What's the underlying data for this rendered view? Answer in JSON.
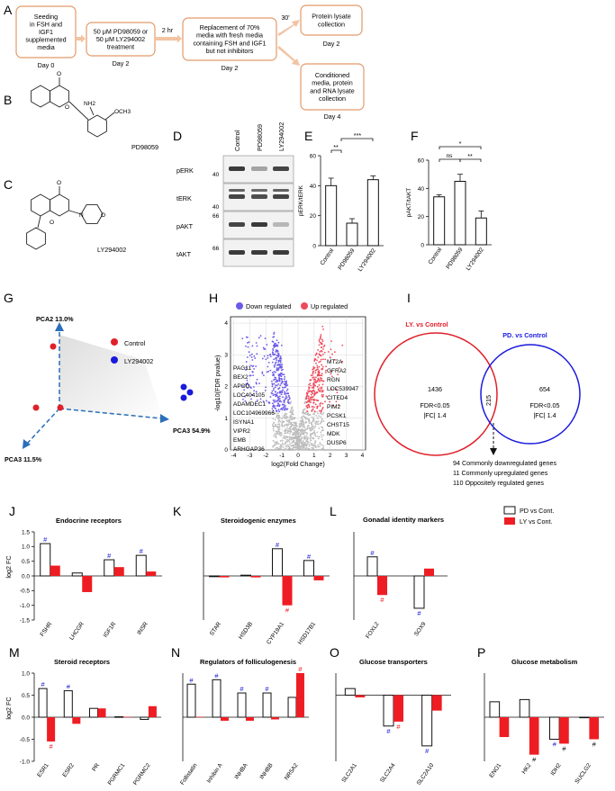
{
  "panels": {
    "A": {
      "letter": "A",
      "boxes": [
        {
          "text": [
            "Seeding",
            "in FSH and",
            "IGF1",
            "supplemented",
            "media"
          ],
          "day": "Day 0"
        },
        {
          "text": [
            "50 μM PD98059 or",
            "50 μM LY294002",
            "treatment"
          ],
          "day": "Day 2"
        },
        {
          "text": [
            "Replacement of 70%",
            "media with fresh media",
            "containing FSH and IGF1",
            "but not inhibitors"
          ],
          "day": "Day 2"
        },
        {
          "text": [
            "Protein lysate",
            "collection"
          ],
          "day": "Day 2"
        },
        {
          "text": [
            "Conditioned",
            "media, protein",
            "and RNA lysate",
            "collection"
          ],
          "day": "Day 4"
        }
      ],
      "arrow_labels": [
        "2 hr",
        "30'"
      ]
    },
    "B": {
      "letter": "B",
      "compound": "PD98059",
      "atoms": [
        "O",
        "O",
        "NH2",
        "OCH3"
      ]
    },
    "C": {
      "letter": "C",
      "compound": "LY294002",
      "atoms": [
        "O",
        "O",
        "N",
        "O"
      ]
    },
    "D": {
      "letter": "D",
      "lanes": [
        "Control",
        "PD98059",
        "LY294002"
      ],
      "rows": [
        "pERK",
        "tERK",
        "pAKT",
        "tAKT"
      ],
      "mw": [
        "40",
        "40",
        "66",
        "66"
      ],
      "intensity": [
        [
          0.9,
          0.35,
          0.85
        ],
        [
          0.85,
          0.8,
          0.85
        ],
        [
          0.85,
          0.9,
          0.25
        ],
        [
          0.9,
          0.9,
          0.9
        ]
      ]
    },
    "E": {
      "letter": "E",
      "sig": [
        "**",
        "***"
      ]
    },
    "F": {
      "letter": "F",
      "sig": [
        "*",
        "ns",
        "**"
      ]
    },
    "G": {
      "letter": "G",
      "axes": [
        "PCA2 13.0%",
        "PCA3 11.5%",
        "PCA3 54.9%"
      ],
      "legend": [
        {
          "label": "Control",
          "color": "#e0202a"
        },
        {
          "label": "LY294002",
          "color": "#1a1adc"
        }
      ]
    },
    "H": {
      "letter": "H",
      "legend": [
        {
          "label": "Down regulated",
          "color": "#6a5ae8"
        },
        {
          "label": "Up regulated",
          "color": "#ee4a5a"
        }
      ],
      "ylabel": "-log10(FDR pvalue)",
      "xlabel": "log2(Fold Change)",
      "xticks": [
        "-4",
        "-3",
        "-2",
        "-1",
        "0",
        "1",
        "2",
        "3",
        "4"
      ],
      "yticks": [
        "0",
        "1",
        "2",
        "3",
        "4"
      ],
      "down_genes": [
        "PAG11",
        "BEX2",
        "APOD",
        "LOC404105",
        "ADAMDEC1",
        "LOC104969966",
        "ISYNA1",
        "VIPR2",
        "EMB",
        "ARHGAP36"
      ],
      "up_genes": [
        "MT2A",
        "GFRA2",
        "RGN",
        "LOC539947",
        "CITED4",
        "PIM2",
        "PCSK1",
        "CHST15",
        "MDK",
        "DUSP6"
      ]
    },
    "I": {
      "letter": "I",
      "left_title": "LY. vs Control",
      "right_title": "PD. vs Control",
      "left_count": "1436",
      "overlap_count": "215",
      "right_count": "654",
      "fdr": "FDR<0.05",
      "fc": "|FC| 1.4",
      "notes": [
        "94 Commonly downregulated genes",
        "11 Commonly upregulated genes",
        "110 Oppositely regulated genes"
      ]
    },
    "legend_JP": {
      "pd": "PD vs Cont.",
      "ly": "LY vs Cont."
    },
    "ylabel_JP": "log2 FC"
  },
  "chart_data": [
    {
      "panel": "E",
      "type": "bar",
      "categories": [
        "Control",
        "PD98059",
        "LY294002"
      ],
      "values": [
        40,
        15,
        44
      ],
      "errors": [
        5,
        3,
        2.5
      ],
      "ylabel": "pERK/tERK",
      "ylim": [
        0,
        60
      ],
      "yticks": [
        0,
        20,
        40,
        60
      ]
    },
    {
      "panel": "F",
      "type": "bar",
      "categories": [
        "Control",
        "PD98059",
        "LY294002"
      ],
      "values": [
        34,
        45,
        19
      ],
      "errors": [
        1.5,
        5,
        5
      ],
      "ylabel": "pAKT/tAKT",
      "ylim": [
        0,
        60
      ],
      "yticks": [
        0,
        20,
        40,
        60
      ]
    },
    {
      "panel": "J",
      "type": "bar",
      "title": "Endocrine receptors",
      "categories": [
        "FSHR",
        "LHCGR",
        "IGF1R",
        "INSR"
      ],
      "series": [
        {
          "name": "PD vs Cont.",
          "values": [
            1.1,
            0.1,
            0.55,
            0.7
          ]
        },
        {
          "name": "LY vs Cont.",
          "values": [
            0.35,
            -0.55,
            0.3,
            0.15
          ]
        }
      ],
      "ylim": [
        -1.5,
        1.5
      ],
      "yticks": [
        -1.5,
        -1.0,
        -0.5,
        0.0,
        0.5,
        1.0,
        1.5
      ],
      "marks_pd": [
        "#",
        "",
        "#",
        "#"
      ],
      "marks_ly": [
        "",
        "",
        "",
        ""
      ]
    },
    {
      "panel": "K",
      "type": "bar",
      "title": "Steroidogenic enzymes",
      "categories": [
        "STAR",
        "HSD3B",
        "CYP19A1",
        "HSD17B1"
      ],
      "series": [
        {
          "name": "PD vs Cont.",
          "values": [
            -0.05,
            0.05,
            1.85,
            1.05
          ]
        },
        {
          "name": "LY vs Cont.",
          "values": [
            -0.1,
            -0.1,
            -2.0,
            -0.3
          ]
        }
      ],
      "ylim": [
        -3,
        3
      ],
      "yticks": [],
      "marks_pd": [
        "",
        "",
        "#",
        "#"
      ],
      "marks_ly": [
        "",
        "",
        "#",
        ""
      ]
    },
    {
      "panel": "L",
      "type": "bar",
      "title": "Gonadal identity markers",
      "categories": [
        "FOXL2",
        "SOX9"
      ],
      "series": [
        {
          "name": "PD vs Cont.",
          "values": [
            0.65,
            -1.1
          ]
        },
        {
          "name": "LY vs Cont.",
          "values": [
            -0.65,
            0.25
          ]
        }
      ],
      "ylim": [
        -1.5,
        1.5
      ],
      "yticks": [],
      "marks_pd": [
        "#",
        "#"
      ],
      "marks_ly": [
        "#",
        ""
      ]
    },
    {
      "panel": "M",
      "type": "bar",
      "title": "Steroid receptors",
      "categories": [
        "ESR1",
        "ESR2",
        "PR",
        "PGRMC1",
        "PGRMC2"
      ],
      "series": [
        {
          "name": "PD vs Cont.",
          "values": [
            0.65,
            0.6,
            0.2,
            0.01,
            -0.05
          ]
        },
        {
          "name": "LY vs Cont.",
          "values": [
            -0.55,
            -0.15,
            0.2,
            0.01,
            0.25
          ]
        }
      ],
      "ylim": [
        -1.0,
        1.0
      ],
      "yticks": [
        -1.0,
        -0.5,
        0.0,
        0.5,
        1.0
      ],
      "marks_pd": [
        "#",
        "#",
        "",
        "",
        ""
      ],
      "marks_ly": [
        "#",
        "",
        "",
        "",
        ""
      ]
    },
    {
      "panel": "N",
      "type": "bar",
      "title": "Regulators of folliculogenesis",
      "categories": [
        "Follistatin",
        "Inhibin A",
        "INHBA",
        "INHBB",
        "NR5A2"
      ],
      "series": [
        {
          "name": "PD vs Cont.",
          "values": [
            0.75,
            0.85,
            0.55,
            0.55,
            0.45
          ]
        },
        {
          "name": "LY vs Cont.",
          "values": [
            0.01,
            -0.08,
            -0.08,
            -0.05,
            1.0
          ]
        }
      ],
      "ylim": [
        -1.0,
        1.0
      ],
      "yticks": [],
      "marks_pd": [
        "#",
        "#",
        "#",
        "#",
        ""
      ],
      "marks_ly": [
        "",
        "",
        "",
        "",
        "#"
      ]
    },
    {
      "panel": "O",
      "type": "bar",
      "title": "Glucose transporters",
      "categories": [
        "SLC2A1",
        "SLC2A4",
        "SLC2A10"
      ],
      "series": [
        {
          "name": "PD vs Cont.",
          "values": [
            0.15,
            -0.7,
            -1.15
          ]
        },
        {
          "name": "LY vs Cont.",
          "values": [
            -0.05,
            -0.6,
            -0.35
          ]
        }
      ],
      "ylim": [
        -1.5,
        0.5
      ],
      "yticks": [],
      "marks_pd": [
        "",
        "#",
        "#"
      ],
      "marks_ly": [
        "",
        "#",
        ""
      ]
    },
    {
      "panel": "P",
      "type": "bar",
      "title": "Glucose metabolism",
      "categories": [
        "ENO1",
        "HK2",
        "IDH2",
        "SUCLG2"
      ],
      "series": [
        {
          "name": "PD vs Cont.",
          "values": [
            0.35,
            0.4,
            -0.5,
            0.0
          ]
        },
        {
          "name": "LY vs Cont.",
          "values": [
            -0.45,
            -0.85,
            -0.6,
            -0.5
          ]
        }
      ],
      "ylim": [
        -1.0,
        1.0
      ],
      "yticks": [],
      "marks_pd": [
        "",
        "",
        "#",
        ""
      ],
      "marks_ly": [
        "",
        "#",
        "#",
        "#"
      ]
    }
  ]
}
